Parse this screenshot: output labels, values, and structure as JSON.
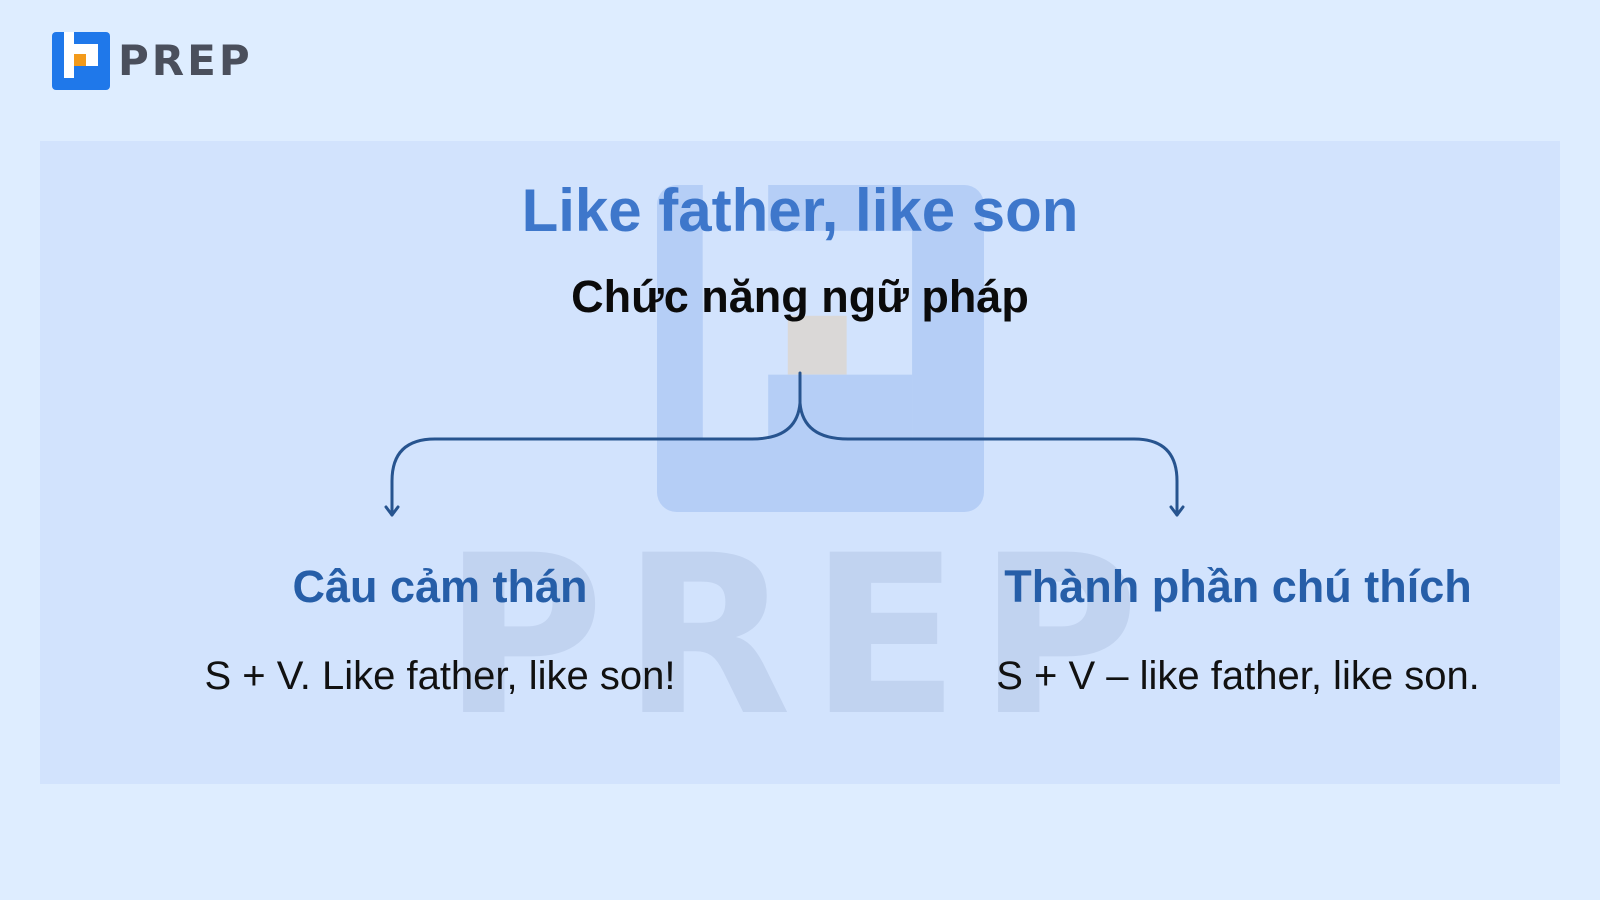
{
  "brand": {
    "name": "PREP",
    "colors": {
      "mark_blue": "#1f78ea",
      "mark_orange": "#f39a1a",
      "text": "#4a4f5c"
    }
  },
  "diagram": {
    "title": "Like father, like son",
    "subtitle": "Chức năng ngữ pháp",
    "branches": [
      {
        "title": "Câu cảm thán",
        "formula": "S + V. Like father, like son!"
      },
      {
        "title": "Thành phần chú thích",
        "formula": "S + V – like father, like son."
      }
    ],
    "watermark": "PREP",
    "colors": {
      "title": "#3e77cb",
      "branch_title": "#265ea8",
      "connector": "#27548f",
      "panel": "#d2e3fd",
      "page": "#deedff"
    }
  }
}
